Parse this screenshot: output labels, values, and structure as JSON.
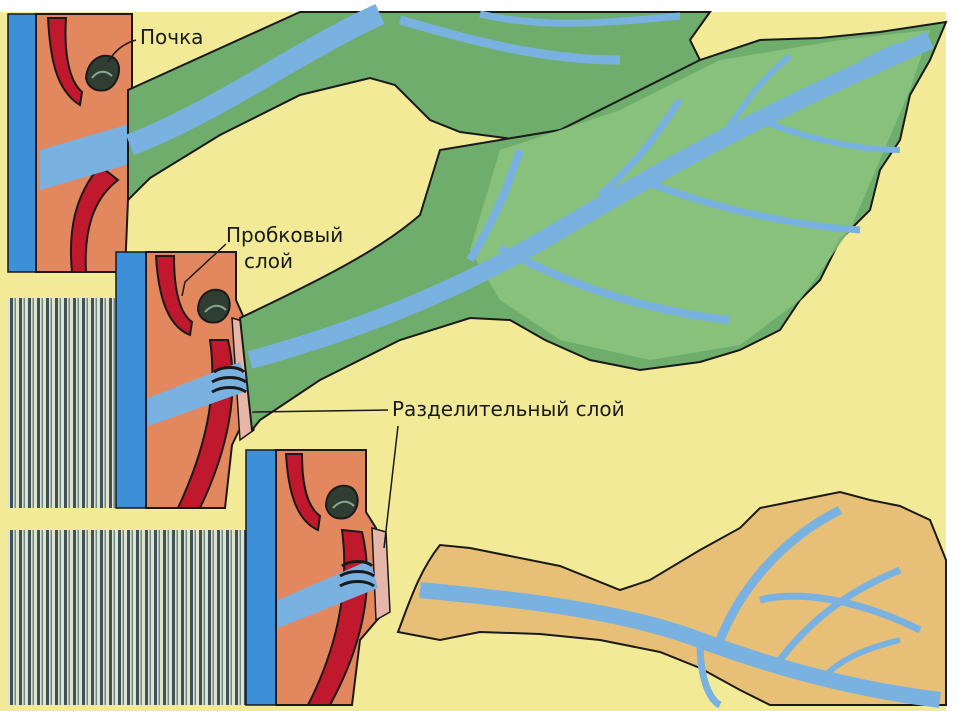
{
  "labels": {
    "bud": "Почка",
    "cork_layer_line1": "Пробковый",
    "cork_layer_line2": "слой",
    "separation_layer": "Разделительный слой"
  },
  "colors": {
    "background": "#f2ea97",
    "leaf_green": "#6fad6c",
    "leaf_green_light": "#8cc47f",
    "leaf_autumn": "#e8bf76",
    "vein_blue": "#79b2e1",
    "stem_blue": "#3d8fd8",
    "bark_orange": "#e2875e",
    "cork_red": "#c0182c",
    "outline": "#1a1a1a",
    "wood_stripes": "#4a5c63",
    "separation_pink": "#e6b6a9"
  },
  "icons": {
    "bud": "bud-icon"
  }
}
